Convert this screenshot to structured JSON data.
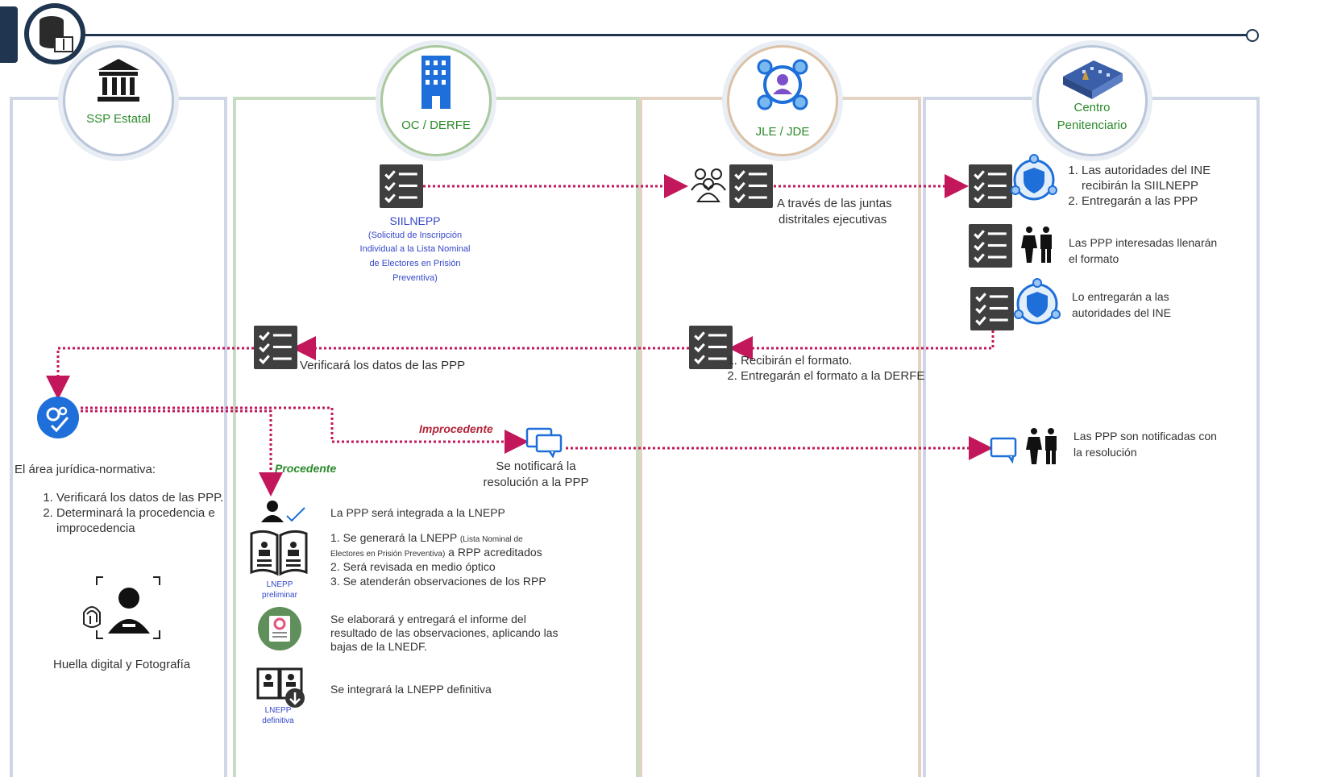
{
  "lanes": [
    {
      "title": "SSP Estatal",
      "icon": "bank-icon"
    },
    {
      "title": "OC / DERFE",
      "icon": "building-icon"
    },
    {
      "title": "JLE / JDE",
      "icon": "network-person-icon"
    },
    {
      "title_line1": "Centro",
      "title_line2": "Penitenciario",
      "icon": "prison-icon"
    }
  ],
  "oc": {
    "siilnepp_title": "SIILNEPP",
    "siilnepp_desc": [
      "(Solicitud de Inscripción",
      "Individual a la Lista Nominal",
      "de Electores en Prisión",
      "Preventiva)"
    ],
    "verify_text": "Verificará los datos de las PPP",
    "improcedente_label": "Improcedente",
    "procedente_label": "Procedente",
    "notify_line1": "Se notificará la",
    "notify_line2": "resolución a la PPP",
    "integrated": "La PPP será integrada a la LNEPP",
    "steps_1_a": "1. Se generará la LNEPP ",
    "steps_1_b": "(Lista Nominal de",
    "steps_1_c": "Electores en Prisión Preventiva)",
    "steps_1_d": " a RPP acreditados",
    "steps_2": "2. Será revisada en medio óptico",
    "steps_3": "3. Se atenderán observaciones de los RPP",
    "lnepp_prelim_1": "LNEPP",
    "lnepp_prelim_2": "preliminar",
    "report_1": "Se elaborará y entregará el informe del",
    "report_2": "resultado de las observaciones, aplicando las",
    "report_3": "bajas de la LNEDF.",
    "definitive": "Se integrará la LNEPP definitiva",
    "lnepp_def_1": "LNEPP",
    "lnepp_def_2": "definitiva"
  },
  "jle": {
    "via_1": "A través de las juntas",
    "via_2": "distritales ejecutivas",
    "receive": [
      "Recibirán el formato.",
      "Entregarán el formato a la DERFE"
    ]
  },
  "centro": {
    "step_a": [
      "Las autoridades del INE recibirán la SIILNEPP",
      "Entregarán a las PPP"
    ],
    "step_b_1": "Las PPP interesadas llenarán",
    "step_b_2": "el formato",
    "step_c_1": "Lo entregarán a las",
    "step_c_2": "autoridades del INE",
    "step_d_1": "Las PPP son notificadas con",
    "step_d_2": "la resolución"
  },
  "ssp": {
    "area_title": "El área jurídica-normativa:",
    "items": [
      "Verificará los datos de las PPP.",
      "Determinará la procedencia e improcedencia"
    ],
    "biometric": "Huella digital y Fotografía"
  },
  "colors": {
    "arrow": "#c2185b",
    "navy": "#1f3550",
    "blue": "#1e6fd9",
    "procedente": "#2a8a2a",
    "improcedente": "#b2243a"
  }
}
